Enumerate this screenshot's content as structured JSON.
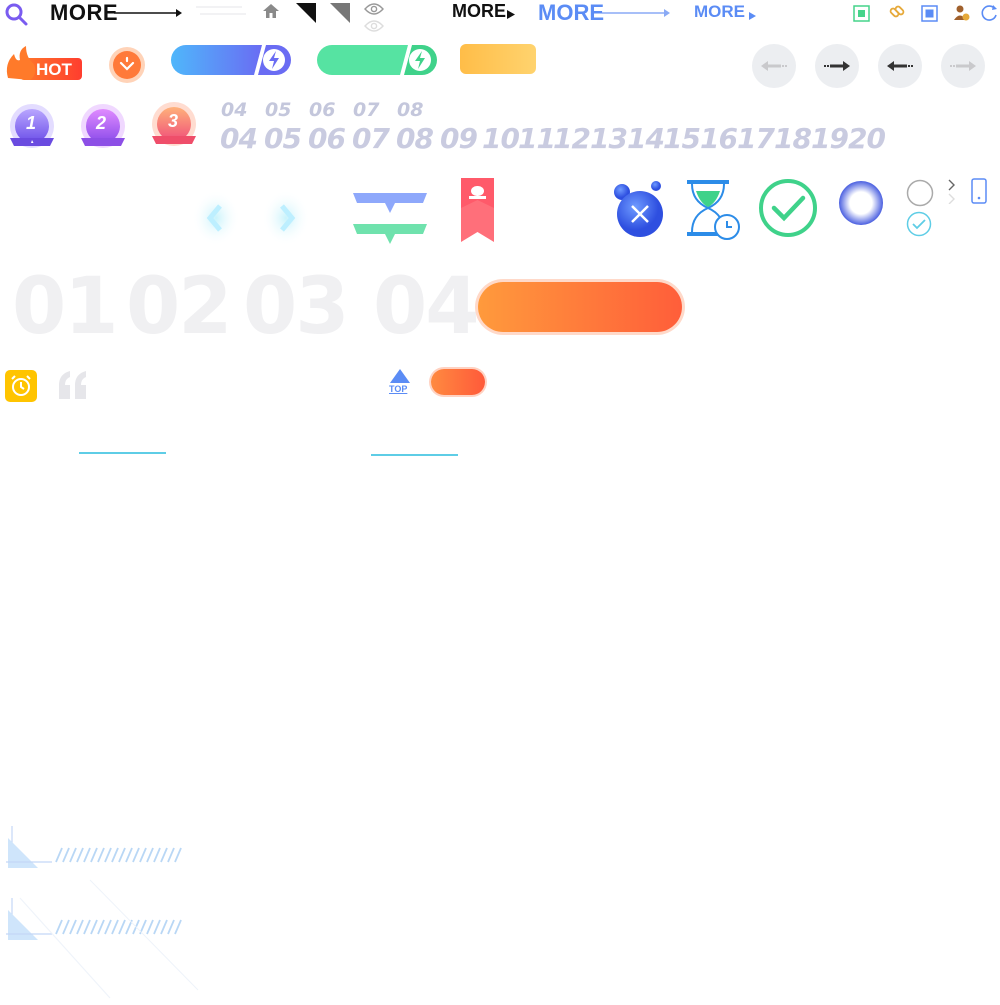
{
  "colors": {
    "accent_blue": "#5b8cf5",
    "accent_purple": "#7a5cf0",
    "accent_green": "#45d48a",
    "accent_orange": "#ff6a3a",
    "accent_yellow": "#ffc94a",
    "muted_gray": "#c9cbe0"
  },
  "top_bar": {
    "more_1": "MORE",
    "more_2": "MORE",
    "more_3": "MORE",
    "more_4": "MORE"
  },
  "badges": {
    "hot": "HOT",
    "rank_1": "1",
    "rank_2": "2",
    "rank_3": "3"
  },
  "numbers_small": [
    "04",
    "05",
    "06",
    "07",
    "08"
  ],
  "numbers_big": [
    "04",
    "05",
    "06",
    "07",
    "08",
    "09",
    "10",
    "11",
    "12",
    "13",
    "14",
    "15",
    "16",
    "17",
    "18",
    "19",
    "20"
  ],
  "big_index": [
    "01",
    "02",
    "03",
    "04"
  ],
  "misc": {
    "top_label": "TOP"
  },
  "icons": [
    "search-icon",
    "home-icon",
    "eye-icon",
    "flash-icon",
    "arrow-left-icon",
    "arrow-right-icon",
    "close-icon",
    "hourglass-icon",
    "check-icon",
    "radio-icon",
    "phone-icon",
    "alarm-icon",
    "quote-icon"
  ]
}
